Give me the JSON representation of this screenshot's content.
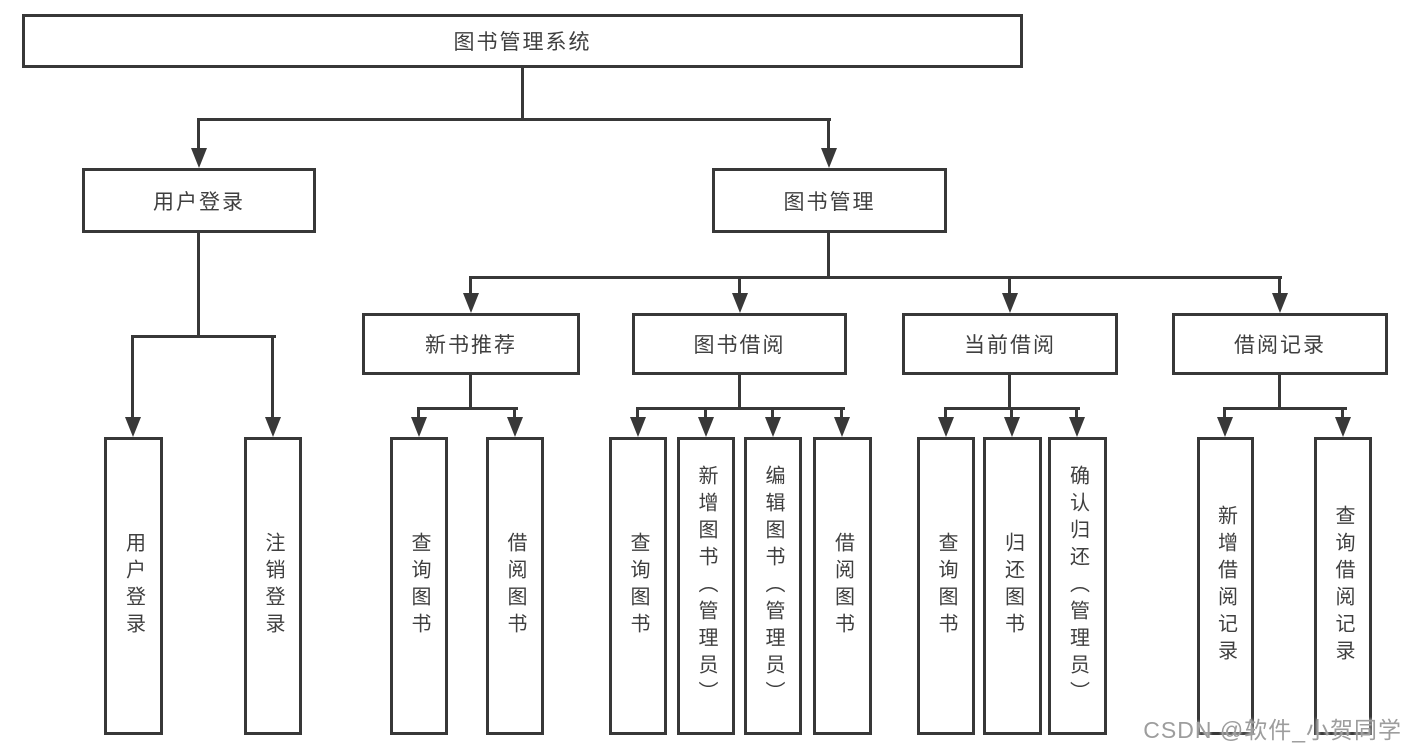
{
  "diagram": {
    "root": {
      "label": "图书管理系统"
    },
    "level2": [
      {
        "label": "用户登录"
      },
      {
        "label": "图书管理"
      }
    ],
    "level3": [
      {
        "label": "新书推荐"
      },
      {
        "label": "图书借阅"
      },
      {
        "label": "当前借阅"
      },
      {
        "label": "借阅记录"
      }
    ],
    "leaves": {
      "user_login": [
        {
          "label": "用户登录"
        },
        {
          "label": "注销登录"
        }
      ],
      "new_book_recommend": [
        {
          "label": "查询图书"
        },
        {
          "label": "借阅图书"
        }
      ],
      "book_borrowing": [
        {
          "label": "查询图书"
        },
        {
          "label": "新增图书（管理员）"
        },
        {
          "label": "编辑图书（管理员）"
        },
        {
          "label": "借阅图书"
        }
      ],
      "current_borrowing": [
        {
          "label": "查询图书"
        },
        {
          "label": "归还图书"
        },
        {
          "label": "确认归还（管理员）"
        }
      ],
      "borrowing_records": [
        {
          "label": "新增借阅记录"
        },
        {
          "label": "查询借阅记录"
        }
      ]
    }
  },
  "watermark": {
    "text": "CSDN @软件_小贺同学"
  },
  "colors": {
    "line": "#383838",
    "box_border": "#383838",
    "text": "#3f3f3f",
    "watermark": "#9d9d9d",
    "background": "#ffffff"
  }
}
